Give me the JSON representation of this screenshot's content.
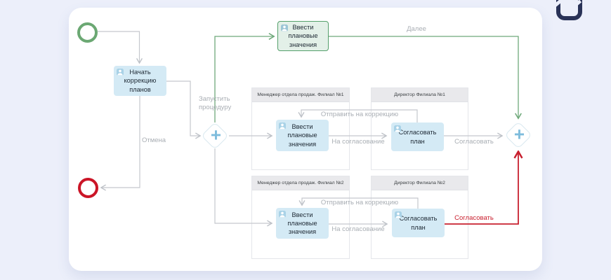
{
  "brand": {
    "logo_name": "brand-mark"
  },
  "colors": {
    "page_bg": "#ECEFFA",
    "card_bg": "#FFFFFF",
    "task_fill_blue": "#D4EAF5",
    "task_fill_green": "#E3F0E8",
    "task_border_green": "#55A06B",
    "event_start_green": "#6BA873",
    "event_end_red": "#CB1527",
    "flow_gray": "#C5C8CD",
    "flow_green": "#6FA97B",
    "flow_red": "#C8202F",
    "label_gray": "#A9AEB4",
    "lane_header_bg": "#E9E9EC",
    "gateway_plus_blue": "#7EBCDC"
  },
  "icons": {
    "task_person": "user-icon",
    "gateway_symbol": "+"
  },
  "tasks": {
    "start": {
      "label": "Начать коррекцию планов"
    },
    "enter_top": {
      "label": "Ввести плановые значения"
    },
    "enter_b1": {
      "label": "Ввести плановые значения"
    },
    "approve_b1": {
      "label": "Согласовать план"
    },
    "enter_b2": {
      "label": "Ввести плановые значения"
    },
    "approve_b2": {
      "label": "Согласовать план"
    }
  },
  "lanes": {
    "manager_b1": "Менеджер отдела продаж. Филиал №1",
    "director_b1": "Директор Филиала №1",
    "manager_b2": "Менеджер отдела продаж. Филиал №2",
    "director_b2": "Директор Филиала №2"
  },
  "edge_labels": {
    "start_procedure": "Запустить процедуру",
    "cancel": "Отмена",
    "next": "Далее",
    "send_to_correction_b1": "Отправить на коррекцию",
    "to_approval_b1": "На согласование",
    "approved_b1": "Согласовать",
    "send_to_correction_b2": "Отправить на коррекцию",
    "to_approval_b2": "На согласование",
    "approved_b2": "Согласовать"
  }
}
